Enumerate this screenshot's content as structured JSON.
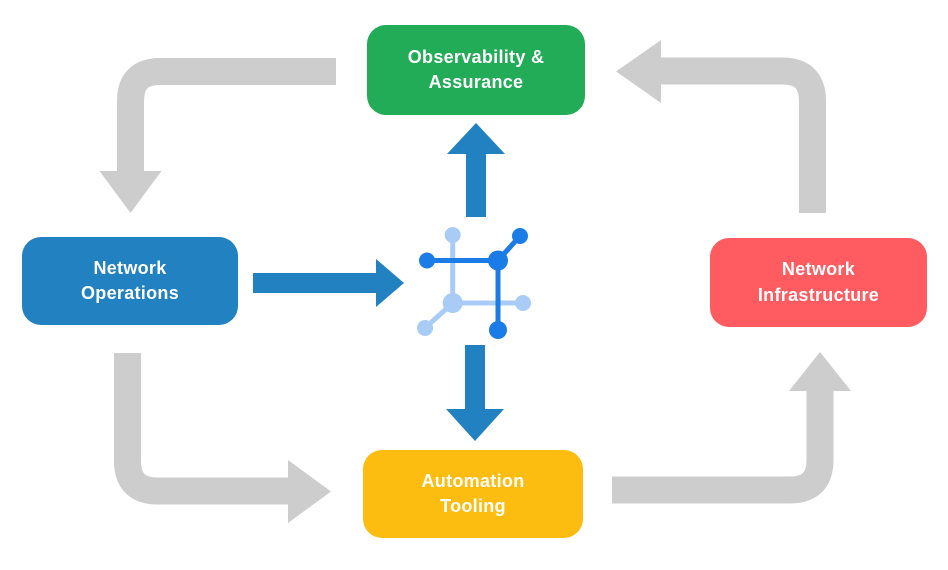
{
  "colors": {
    "background": "#ffffff",
    "green": "#22ac57",
    "blue": "#2181c1",
    "red": "#fe5c60",
    "yellow": "#fdbd10",
    "gray": "#cdcdcd",
    "icon_dark": "#1b7ce8",
    "icon_light": "#a9ccf7",
    "label_text": "#ffffff"
  },
  "nodes": {
    "observability": {
      "label": "Observability &\nAssurance",
      "color": "#22ac57"
    },
    "operations": {
      "label": "Network\nOperations",
      "color": "#2181c1"
    },
    "infrastructure": {
      "label": "Network\nInfrastructure",
      "color": "#fe5c60"
    },
    "tooling": {
      "label": "Automation\nTooling",
      "color": "#fdbd10"
    }
  },
  "center_icon": "network-fabric-icon",
  "flows": [
    {
      "from": "Observability & Assurance",
      "to": "Network Operations",
      "style": "gray-elbow"
    },
    {
      "from": "Network Operations",
      "to": "Automation Tooling",
      "style": "gray-elbow"
    },
    {
      "from": "Automation Tooling",
      "to": "Network Infrastructure",
      "style": "gray-elbow"
    },
    {
      "from": "Network Infrastructure",
      "to": "Observability & Assurance",
      "style": "gray-elbow"
    },
    {
      "from": "Network Operations",
      "to": "center-icon",
      "style": "blue-straight"
    },
    {
      "from": "center-icon",
      "to": "Observability & Assurance",
      "style": "blue-straight"
    },
    {
      "from": "center-icon",
      "to": "Automation Tooling",
      "style": "blue-straight"
    }
  ]
}
